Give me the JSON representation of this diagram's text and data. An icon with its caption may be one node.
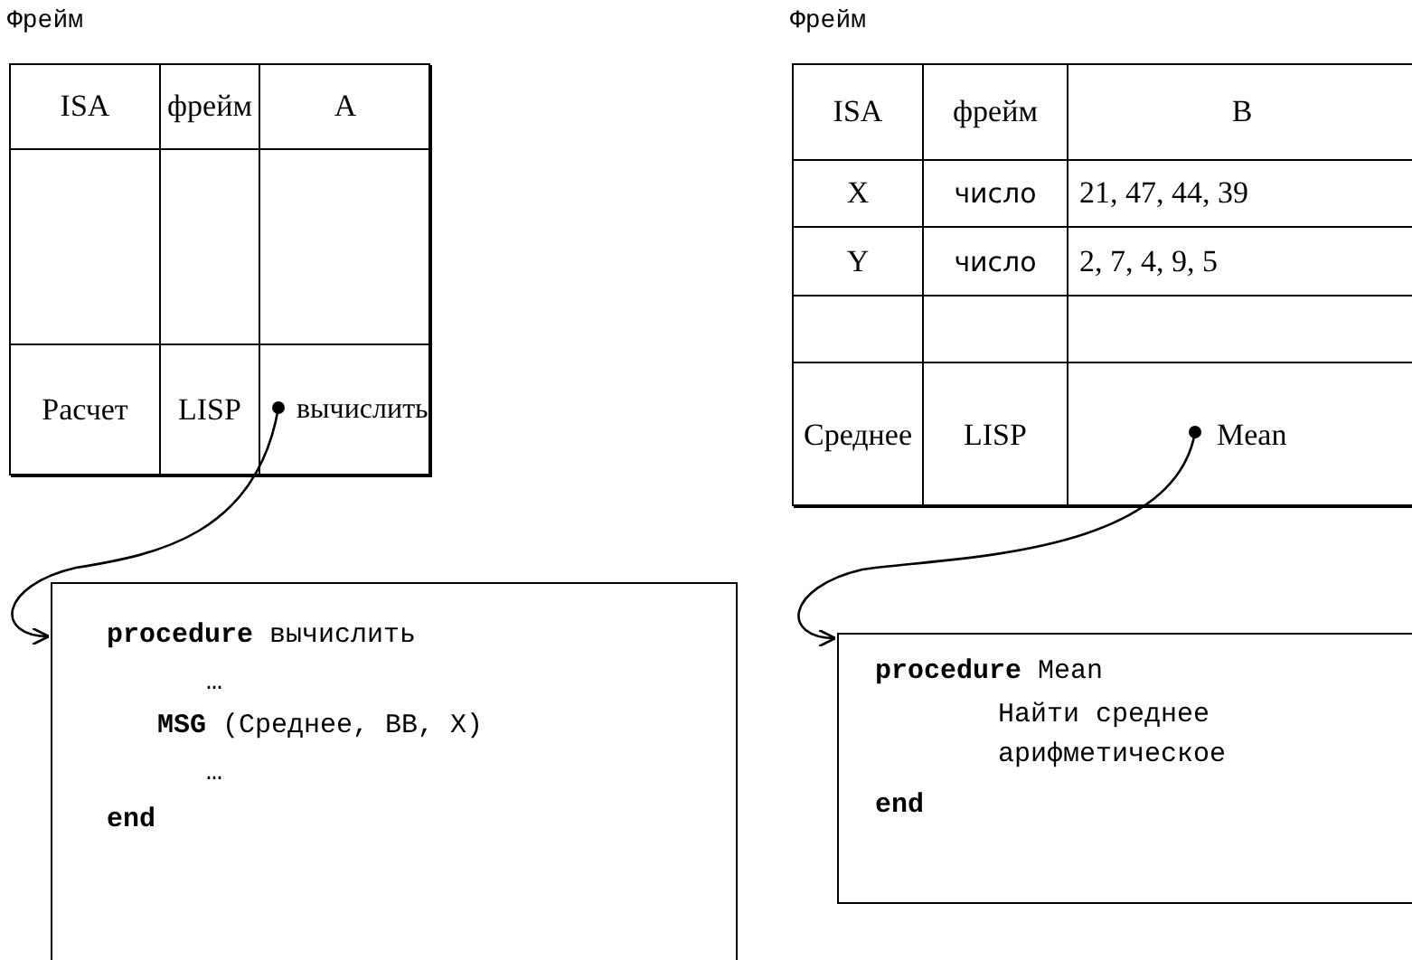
{
  "diagram": {
    "nodes": [
      {
        "text": [
          "Фрейм"
        ]
      },
      {
        "text": [
          "ISA"
        ],
        "in": 0
      },
      {
        "text": [
          "фрейм"
        ],
        "in": 0
      },
      {
        "text": [
          "A"
        ],
        "in": 0
      },
      {
        "text": [
          "Расчет"
        ],
        "in": 0
      },
      {
        "text": [
          "LISP"
        ],
        "in": 0
      },
      {
        "text": [
          "вычислить"
        ],
        "in": 0
      },
      {
        "text": [
          "**procedure** вычислить",
          "…",
          "**MSG** (Среднее, BB, X)",
          "…",
          "**end**"
        ]
      },
      {
        "text": [
          "Фрейм"
        ]
      },
      {
        "text": [
          "ISA"
        ],
        "in": 8
      },
      {
        "text": [
          "фрейм"
        ],
        "in": 8
      },
      {
        "text": [
          "B"
        ],
        "in": 8
      },
      {
        "text": [
          "X"
        ],
        "in": 8
      },
      {
        "text": [
          "число"
        ],
        "in": 8
      },
      {
        "text": [
          "21, 47, 44, 39"
        ],
        "in": 8
      },
      {
        "text": [
          "Y"
        ],
        "in": 8
      },
      {
        "text": [
          "число"
        ],
        "in": 8
      },
      {
        "text": [
          "2, 7, 4, 9, 5"
        ],
        "in": 8
      },
      {
        "text": [
          "Среднее"
        ],
        "in": 8
      },
      {
        "text": [
          "LISP"
        ],
        "in": 8
      },
      {
        "text": [
          "Mean"
        ],
        "in": 8
      },
      {
        "text": [
          "**procedure** Mean",
          "Найти среднее арифметическое",
          "**end**"
        ]
      }
    ],
    "edges": [
      {
        "from": 6,
        "to": 7,
        "arrow": "to"
      },
      {
        "from": 20,
        "to": 21,
        "arrow": "to"
      }
    ]
  }
}
